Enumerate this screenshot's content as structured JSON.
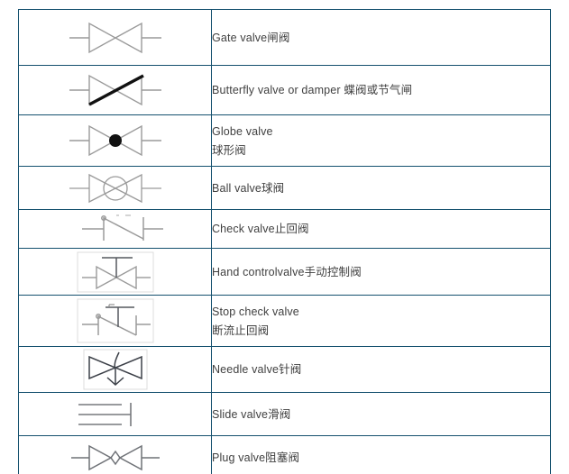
{
  "document": {
    "type": "valve-symbol-legend-table",
    "columns": [
      "symbol",
      "description"
    ],
    "border_color": "#14506e",
    "text_color": "#404040",
    "symbol_stroke_light": "#9a9a9a",
    "symbol_stroke_dark": "#3c4048",
    "symbol_box_border": "#d8d8d8",
    "background": "#ffffff"
  },
  "rows": [
    {
      "symbol_name": "gate-valve-symbol",
      "icon": "gate-valve",
      "lines": [
        "Gate valve闸阀"
      ]
    },
    {
      "symbol_name": "butterfly-valve-symbol",
      "icon": "butterfly-valve",
      "lines": [
        "Butterfly valve or damper 蝶阀或节气闸"
      ]
    },
    {
      "symbol_name": "globe-valve-symbol",
      "icon": "globe-valve",
      "lines": [
        "Globe valve",
        "球形阀"
      ]
    },
    {
      "symbol_name": "ball-valve-symbol",
      "icon": "ball-valve",
      "lines": [
        "Ball valve球阀"
      ]
    },
    {
      "symbol_name": "check-valve-symbol",
      "icon": "check-valve",
      "lines": [
        "Check valve止回阀"
      ]
    },
    {
      "symbol_name": "hand-control-valve-symbol",
      "icon": "hand-control-valve",
      "lines": [
        "Hand controlvalve手动控制阀"
      ]
    },
    {
      "symbol_name": "stop-check-valve-symbol",
      "icon": "stop-check-valve",
      "lines": [
        "Stop check valve",
        "断流止回阀"
      ]
    },
    {
      "symbol_name": "needle-valve-symbol",
      "icon": "needle-valve",
      "lines": [
        "Needle valve针阀"
      ]
    },
    {
      "symbol_name": "slide-valve-symbol",
      "icon": "slide-valve",
      "lines": [
        "Slide valve滑阀"
      ]
    },
    {
      "symbol_name": "plug-valve-symbol",
      "icon": "plug-valve",
      "lines": [
        "Plug valve阻塞阀"
      ]
    }
  ]
}
